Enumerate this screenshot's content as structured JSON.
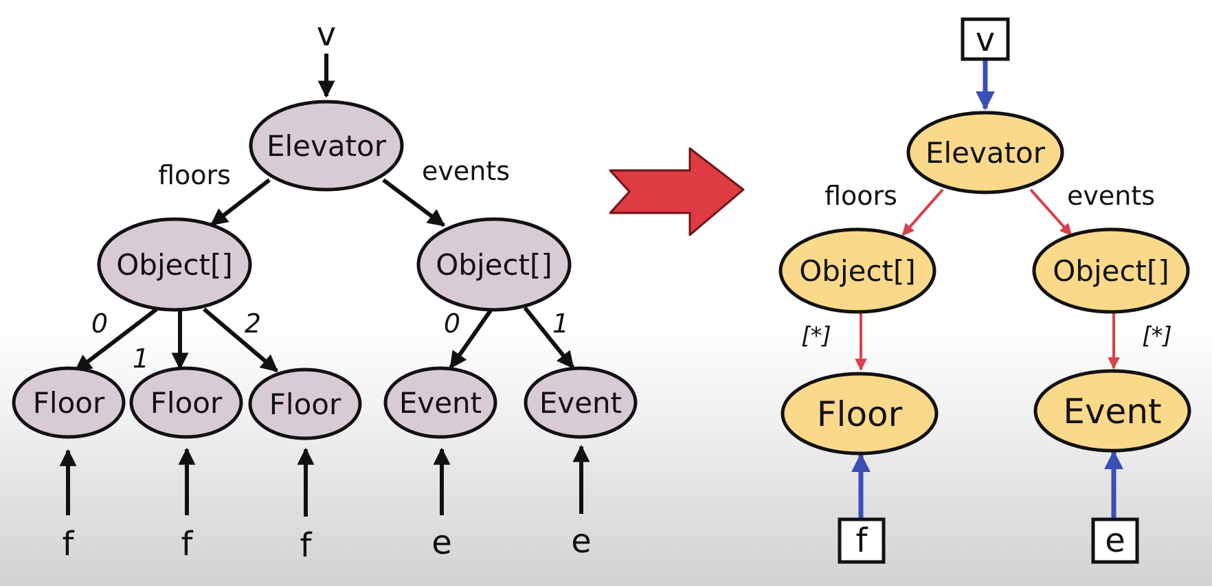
{
  "colors": {
    "left_node_fill": "#d9cbd6",
    "right_node_fill": "#fbd98a",
    "outline": "#111111",
    "red_edge": "#d9414a",
    "blue_edge": "#3a4fb4",
    "transform_arrow": "#de3b43"
  },
  "left_graph": {
    "root_var": "v",
    "root": "Elevator",
    "floors_label": "floors",
    "events_label": "events",
    "floors_array": "Object[]",
    "events_array": "Object[]",
    "floor_indices": [
      "0",
      "1",
      "2"
    ],
    "event_indices": [
      "0",
      "1"
    ],
    "floor_nodes": [
      "Floor",
      "Floor",
      "Floor"
    ],
    "event_nodes": [
      "Event",
      "Event"
    ],
    "floor_vars": [
      "f",
      "f",
      "f"
    ],
    "event_vars": [
      "e",
      "e"
    ]
  },
  "right_graph": {
    "root_var": "v",
    "root": "Elevator",
    "floors_label": "floors",
    "events_label": "events",
    "floors_array": "Object[]",
    "events_array": "Object[]",
    "floors_wildcard": "[*]",
    "events_wildcard": "[*]",
    "floor_node": "Floor",
    "event_node": "Event",
    "floor_var": "f",
    "event_var": "e"
  },
  "transform_arrow_icon": "right-arrow-icon"
}
